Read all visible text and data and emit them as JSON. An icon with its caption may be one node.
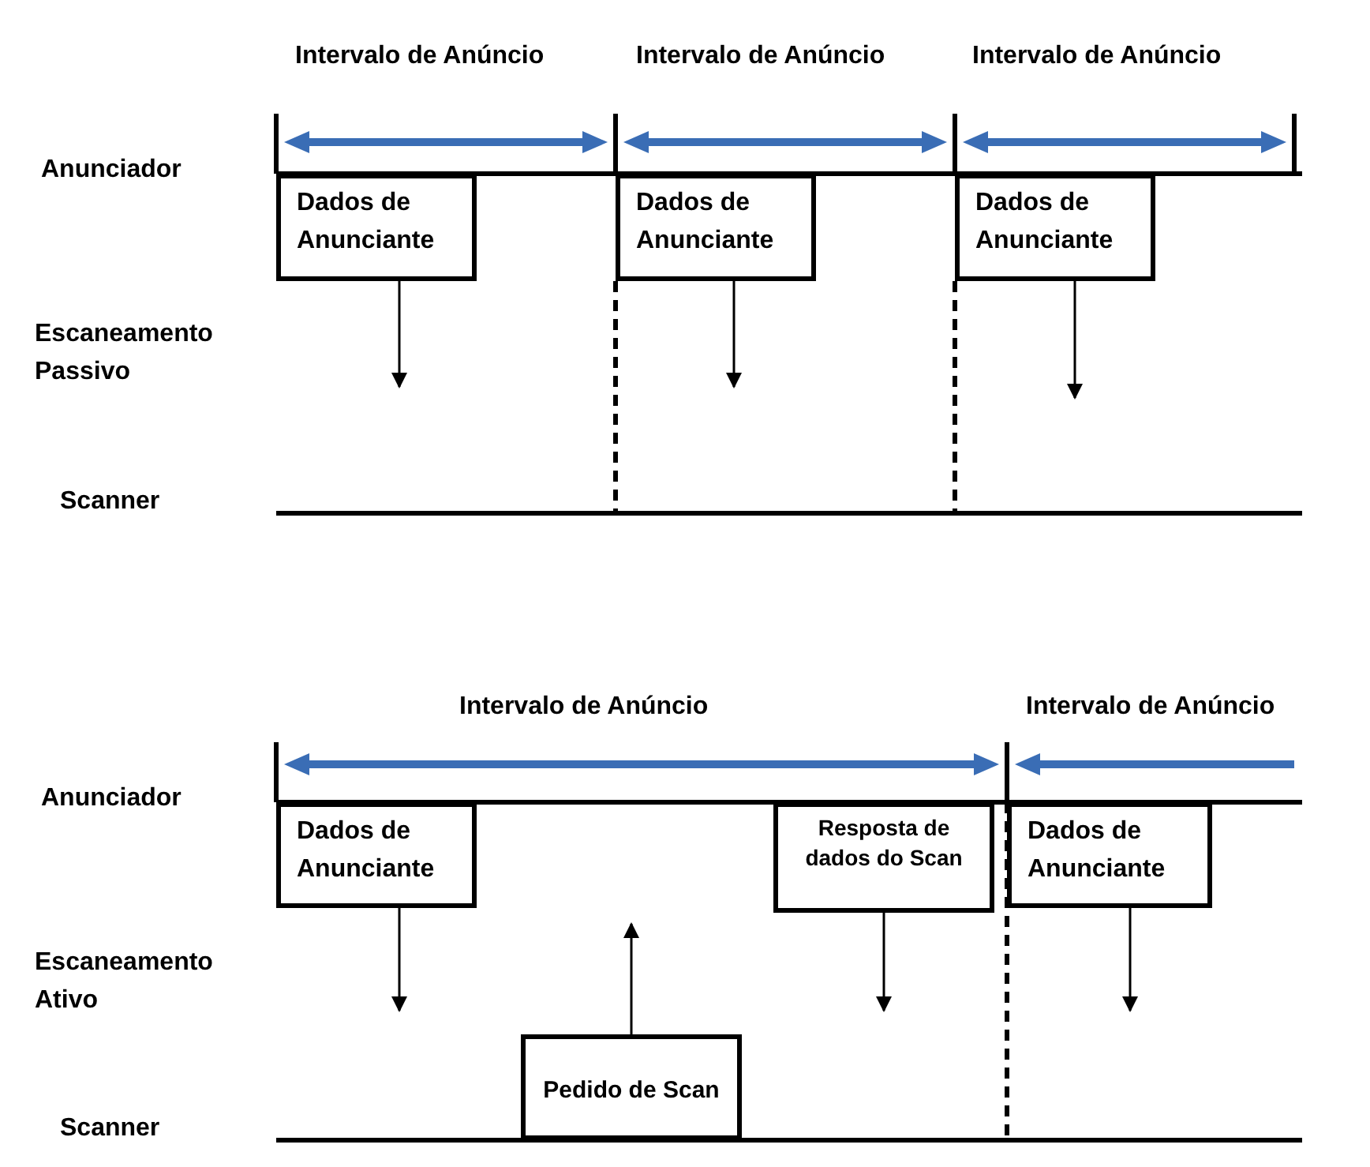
{
  "diagram": {
    "nodes": [
      {
        "text": [
          "Dados de Anunciante"
        ]
      },
      {
        "text": [
          "Dados de Anunciante"
        ]
      },
      {
        "text": [
          "Dados de Anunciante"
        ]
      },
      {
        "text": [
          "Dados de Anunciante"
        ]
      },
      {
        "text": [
          "Resposta de dados do Scan"
        ]
      },
      {
        "text": [
          "Dados de Anunciante"
        ]
      },
      {
        "text": [
          "Pedido de Scan"
        ]
      }
    ],
    "edges": [
      {
        "from": 0,
        "to": null,
        "arrow": "to"
      },
      {
        "from": 1,
        "to": null,
        "arrow": "to"
      },
      {
        "from": 2,
        "to": null,
        "arrow": "to"
      },
      {
        "from": 3,
        "to": null,
        "arrow": "to"
      },
      {
        "from": 6,
        "to": null,
        "arrow": "to"
      },
      {
        "from": 4,
        "to": null,
        "arrow": "to"
      },
      {
        "from": 5,
        "to": null,
        "arrow": "to"
      }
    ],
    "labels": [
      "Intervalo de Anúncio",
      "Intervalo de Anúncio",
      "Intervalo de Anúncio",
      "Anunciador",
      "Escaneamento Passivo",
      "Scanner",
      "Intervalo de Anúncio",
      "Intervalo de Anúncio",
      "Anunciador",
      "Escaneamento Ativo",
      "Scanner"
    ]
  }
}
